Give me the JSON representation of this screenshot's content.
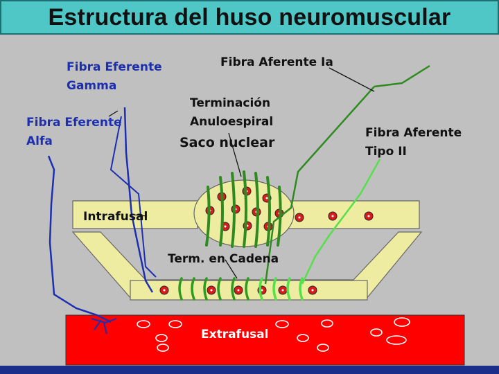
{
  "slide": {
    "title": "Estructura del huso neuromuscular"
  },
  "labels": {
    "fibra_eferente_gamma_line1": "Fibra Eferente",
    "fibra_eferente_gamma_line2": "Gamma",
    "fibra_eferente_alfa_line1": "Fibra Eferente",
    "fibra_eferente_alfa_line2": "Alfa",
    "fibra_aferente_ia": "Fibra Aferente Ia",
    "terminacion_line1": "Terminación",
    "terminacion_line2": "Anuloespiral",
    "saco_nuclear": "Saco nuclear",
    "fibra_aferente_tipo2_line1": "Fibra Aferente",
    "fibra_aferente_tipo2_line2": "Tipo II",
    "intrafusal": "Intrafusal",
    "term_en_cadena": "Term. en Cadena",
    "extrafusal": "Extrafusal"
  },
  "colors": {
    "title_bg": "#4fc7c7",
    "canvas_bg": "#c0c0c0",
    "efferent_fiber": "#1b2fb0",
    "afferent_ia_fiber": "#2f8a1f",
    "afferent_ii_fiber": "#55e04a",
    "intrafusal_fill": "#eeeca0",
    "extrafusal_fill": "#ff0000",
    "nucleus_fill": "#d81b1b",
    "label_efferent": "#1b2fb0"
  }
}
